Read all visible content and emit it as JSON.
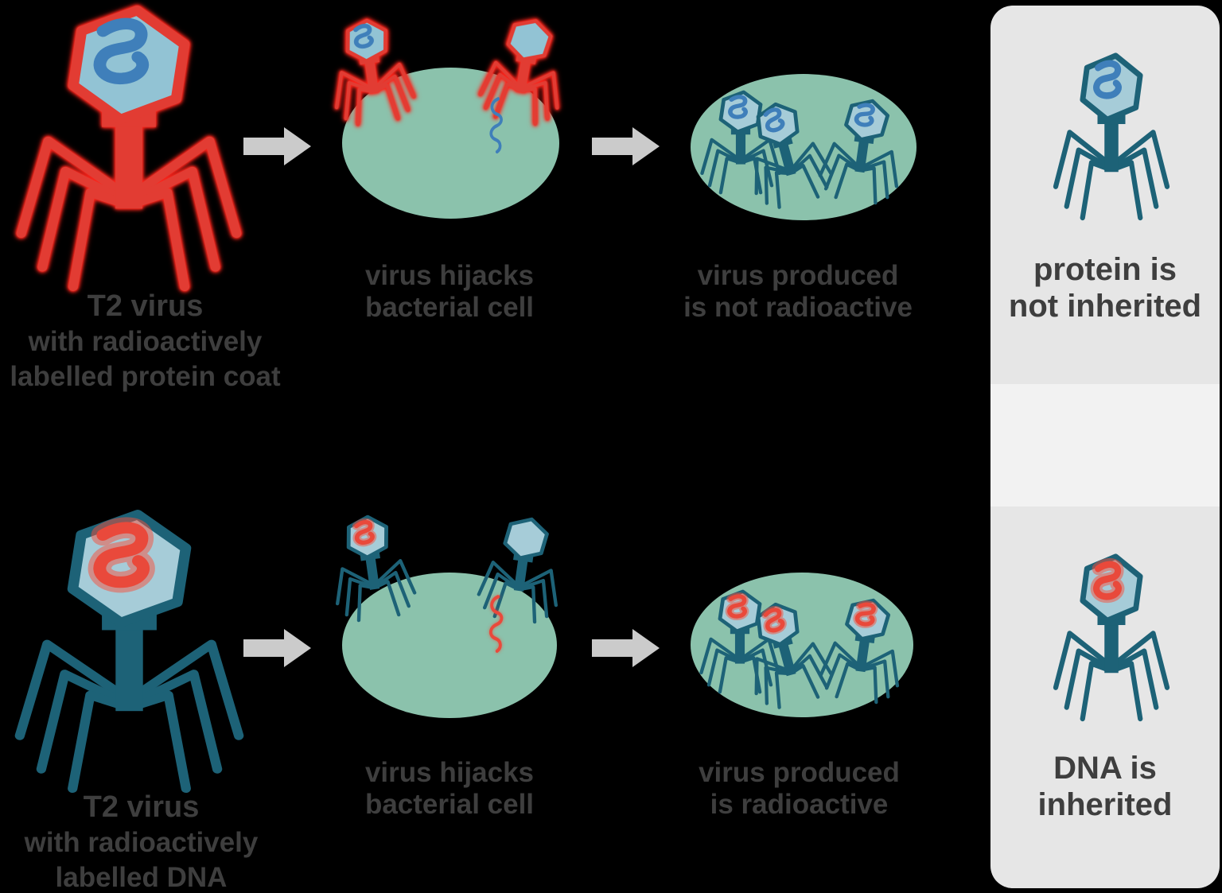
{
  "palette": {
    "background": "#000000",
    "cell_green": "#8bc2ac",
    "phage_teal": "#1d6277",
    "phage_head_blue": "#a6ccd8",
    "dna_blue": "#3f7fba",
    "dna_red": "#e9493b",
    "protein_coat_red": "#e23c33",
    "radioactive_glow_red": "#fb251c",
    "arrow_gray": "#cbcbcb",
    "text_gray": "#3e3e3e",
    "panel_gray": "#e6e6e6",
    "panel_gray_light": "#f2f2f2"
  },
  "rows": [
    {
      "virus_title": "T2 virus",
      "virus_sub1": "with radioactively",
      "virus_sub2": "labelled protein coat",
      "hijack1": "virus hijacks",
      "hijack2": "bacterial cell",
      "produced1": "virus produced",
      "produced2": "is not radioactive",
      "result1": "protein is",
      "result2": "not inherited"
    },
    {
      "virus_title": "T2 virus",
      "virus_sub1": "with radioactively",
      "virus_sub2": "labelled DNA",
      "hijack1": "virus hijacks",
      "hijack2": "bacterial cell",
      "produced1": "virus produced",
      "produced2": "is radioactive",
      "result1": "DNA is",
      "result2": "inherited"
    }
  ]
}
